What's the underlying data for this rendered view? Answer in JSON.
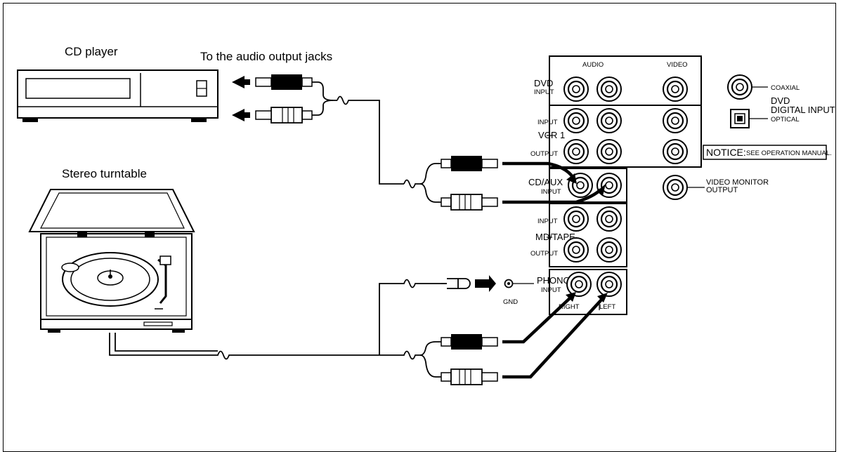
{
  "labels": {
    "cd_player": "CD player",
    "audio_output": "To the audio output jacks",
    "turntable": "Stereo turntable",
    "gnd": "GND"
  },
  "panel": {
    "audio_header": "AUDIO",
    "video_header": "VIDEO",
    "dvd": "DVD",
    "dvd_input": "INPUT",
    "vcr1_input": "INPUT",
    "vcr1": "VCR 1",
    "vcr1_output": "OUTPUT",
    "cdaux": "CD/AUX",
    "cdaux_input": "INPUT",
    "mdtape_input": "INPUT",
    "mdtape": "MD/TAPE",
    "mdtape_output": "OUTPUT",
    "phono": "PHONO",
    "phono_input": "INPUT",
    "right": "RIGHT",
    "left": "LEFT",
    "video_monitor_1": "VIDEO MONITOR",
    "video_monitor_2": "OUTPUT"
  },
  "digital": {
    "coaxial": "COAXIAL",
    "dvd": "DVD",
    "digital_input": "DIGITAL INPUT",
    "optical": "OPTICAL"
  },
  "notice": {
    "bold": "NOTICE:",
    "text": "SEE OPERATION MANUAL."
  }
}
